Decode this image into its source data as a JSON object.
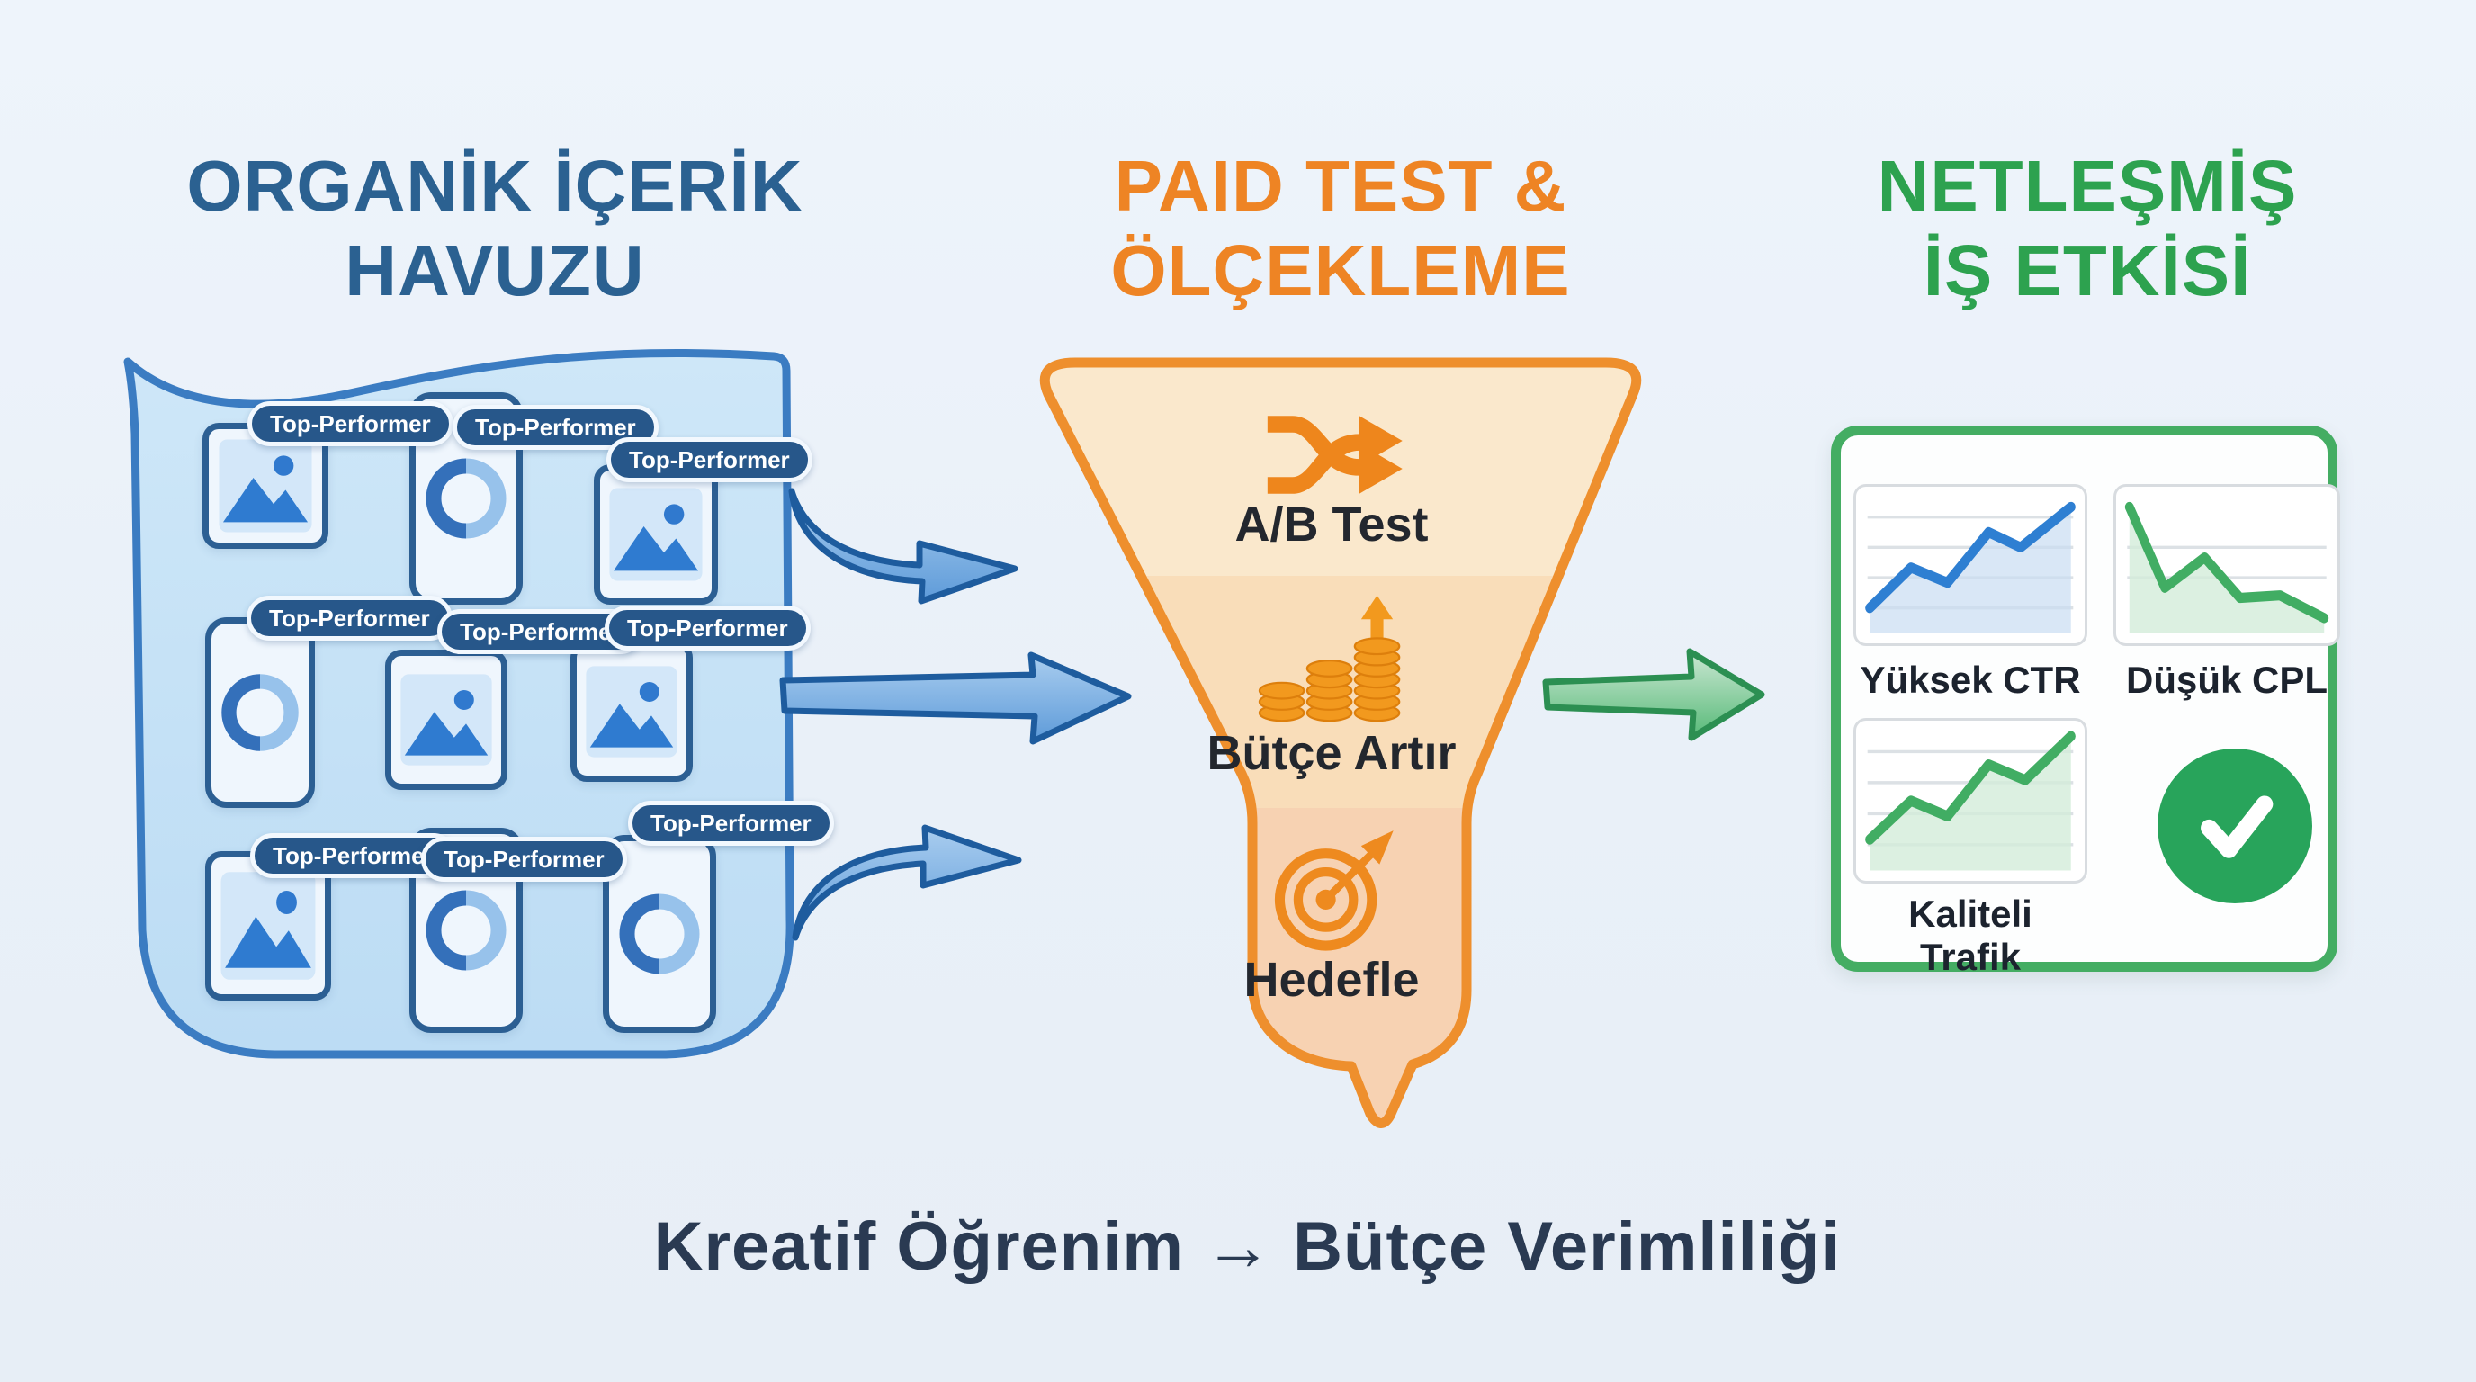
{
  "titles": {
    "left": {
      "line1": "ORGANİK İÇERİK",
      "line2": "HAVUZU"
    },
    "middle": {
      "line1": "PAID TEST &",
      "line2": "ÖLÇEKLEME"
    },
    "right": {
      "line1": "NETLEŞMİŞ",
      "line2": "İŞ ETKİSİ"
    }
  },
  "pool": {
    "badge_label": "Top-Performer",
    "cards": [
      {
        "type": "photo-thumbnail"
      },
      {
        "type": "ring-thumbnail"
      },
      {
        "type": "photo-thumbnail"
      },
      {
        "type": "ring-thumbnail"
      },
      {
        "type": "photo-thumbnail"
      },
      {
        "type": "photo-thumbnail"
      },
      {
        "type": "photo-thumbnail"
      },
      {
        "type": "ring-thumbnail"
      },
      {
        "type": "ring-thumbnail"
      }
    ]
  },
  "funnel": {
    "stages": [
      {
        "label": "A/B Test",
        "icon": "shuffle-icon"
      },
      {
        "label": "Bütçe Artır",
        "icon": "coins-growth-icon"
      },
      {
        "label": "Hedefle",
        "icon": "target-icon"
      }
    ]
  },
  "results": {
    "metrics": [
      {
        "label": "Yüksek CTR",
        "trend": "up",
        "line_color": "#2E7FD2"
      },
      {
        "label": "Düşük CPL",
        "trend": "down",
        "line_color": "#41AD63"
      },
      {
        "label": "Kaliteli Trafik",
        "trend": "up",
        "line_color": "#41AD63"
      }
    ],
    "check": {
      "icon": "check-icon",
      "color": "#28A45B"
    }
  },
  "tagline": {
    "text": "Kreatif Öğrenim → Bütçe Verimliliği"
  },
  "colors": {
    "left_title": "#2B6191",
    "middle_title": "#EE8424",
    "right_title": "#2DA24F",
    "pool_fill": "#C5E1F6",
    "pool_border": "#3B7CC2",
    "badge_bg": "#27578A",
    "funnel_border": "#EE8F2D",
    "funnel_band1": "#FAE8CC",
    "funnel_band2": "#F9DDB9",
    "funnel_band3": "#F7D2B2",
    "blue_arrow": "#5E9BD9",
    "green_arrow": "#57BA78",
    "results_border": "#44AD63",
    "tagline": "#2A3A52"
  }
}
